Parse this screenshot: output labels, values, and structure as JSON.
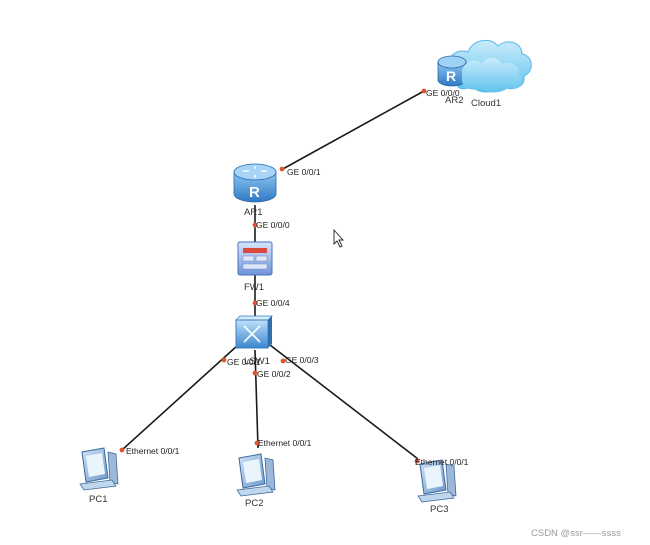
{
  "devices": {
    "ar2": {
      "name": "AR2"
    },
    "cloud1": {
      "name": "Cloud1"
    },
    "ar1": {
      "name": "AR1"
    },
    "fw1": {
      "name": "FW1"
    },
    "lsw1": {
      "name": "LSW1"
    },
    "pc1": {
      "name": "PC1"
    },
    "pc2": {
      "name": "PC2"
    },
    "pc3": {
      "name": "PC3"
    }
  },
  "ports": {
    "ar2_ge000": "GE 0/0/0",
    "ar1_ge001": "GE 0/0/1",
    "ar1_ge000": "GE 0/0/0",
    "lsw1_ge004": "GE 0/0/4",
    "lsw1_ge001": "GE 0/0/1",
    "lsw1_ge002": "GE 0/0/2",
    "lsw1_ge003": "GE 0/0/3",
    "pc1_eth": "Ethernet 0/0/1",
    "pc2_eth": "Ethernet 0/0/1",
    "pc3_eth": "Ethernet 0/0/1"
  },
  "watermark": "CSDN @ssr——ssss",
  "colors": {
    "router": "#3f8fd6",
    "cloud": "#7fd0f2",
    "firewall": "#5b7fd0",
    "switch": "#5a9fdc",
    "port_dot": "#e2542f"
  }
}
